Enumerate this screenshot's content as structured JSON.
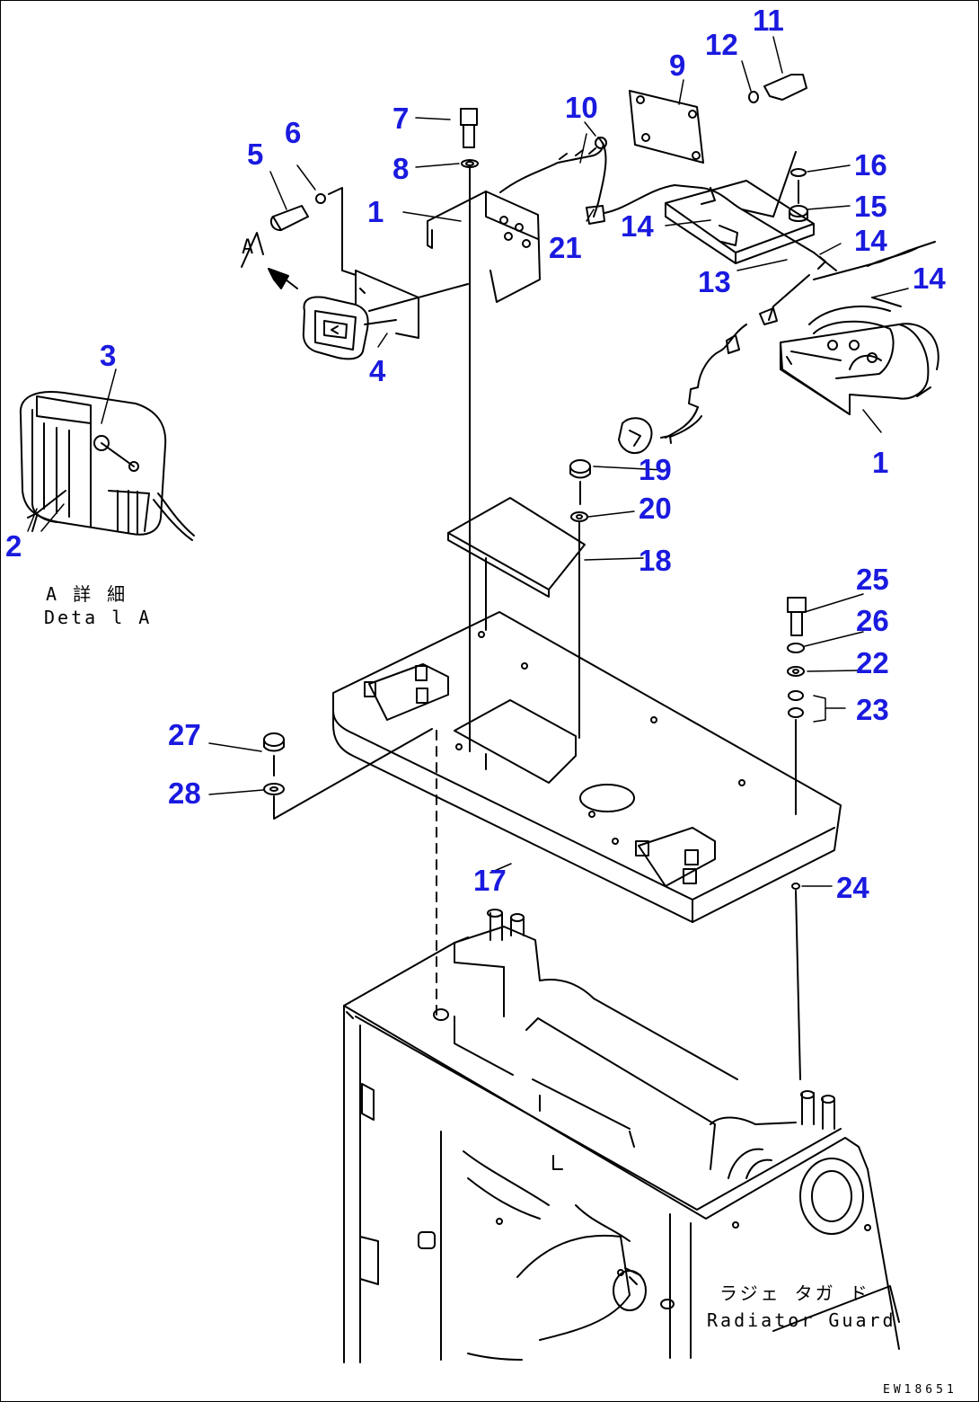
{
  "callouts": {
    "c1a": "1",
    "c1b": "1",
    "c2": "2",
    "c3": "3",
    "c4": "4",
    "c5": "5",
    "c6": "6",
    "c7": "7",
    "c8": "8",
    "c9": "9",
    "c10": "10",
    "c11": "11",
    "c12": "12",
    "c13": "13",
    "c14a": "14",
    "c14b": "14",
    "c14c": "14",
    "c15": "15",
    "c16": "16",
    "c17": "17",
    "c18": "18",
    "c19": "19",
    "c20": "20",
    "c21": "21",
    "c22": "22",
    "c23": "23",
    "c24": "24",
    "c25": "25",
    "c26": "26",
    "c27": "27",
    "c28": "28"
  },
  "captions": {
    "detail_jp": "A 詳 細",
    "detail_en": "Deta l A",
    "guard_jp": "ラジェ タガ ド",
    "guard_en": "Radiator Guard",
    "view_marker": "A"
  },
  "drawing_number": "EW18651",
  "colors": {
    "callout": "#1a1adf",
    "line": "#000000",
    "background": "#ffffff"
  }
}
